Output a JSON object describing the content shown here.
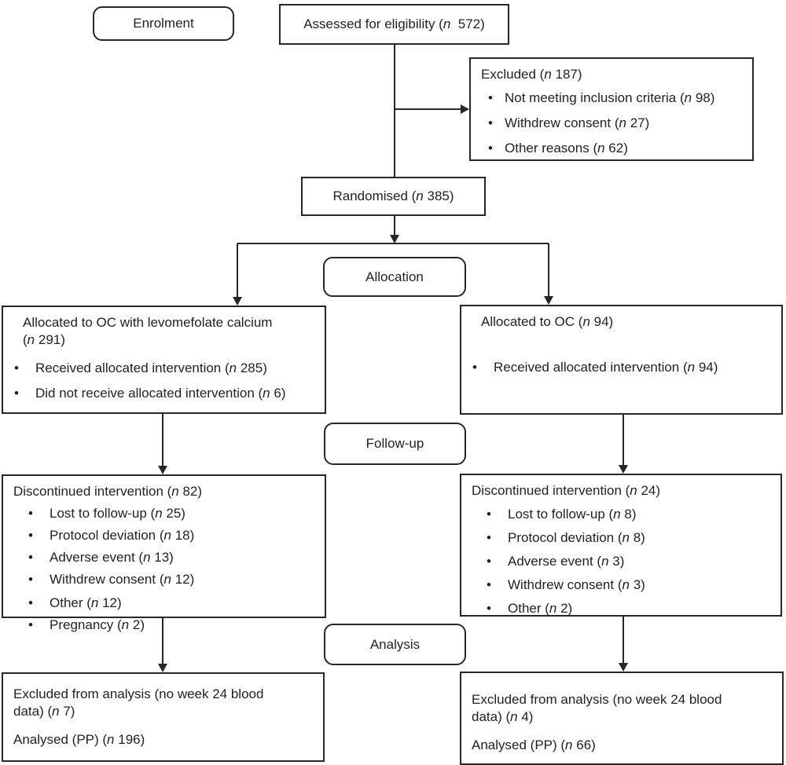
{
  "diagram": {
    "type": "consort-flow",
    "stages": {
      "enrolment": "Enrolment",
      "allocation": "Allocation",
      "followup": "Follow-up",
      "analysis": "Analysis"
    },
    "boxes": {
      "assessed": {
        "text": "Assessed for eligibility (*n*  572)"
      },
      "excluded": {
        "title": "Excluded (*n* 187)",
        "items": [
          "Not meeting inclusion criteria (*n* 98)",
          "Withdrew consent (*n* 27)",
          "Other reasons (*n* 62)"
        ]
      },
      "randomised": {
        "text": "Randomised (*n* 385)"
      },
      "alloc_left": {
        "title": "Allocated to OC with levomefolate calcium\n(*n* 291)",
        "items": [
          "Received allocated intervention (*n* 285)",
          "Did not receive allocated intervention (*n* 6)"
        ]
      },
      "alloc_right": {
        "title": "Allocated to OC (*n* 94)",
        "items": [
          "Received allocated intervention (*n* 94)"
        ]
      },
      "followup_left": {
        "title": "Discontinued intervention (*n* 82)",
        "items": [
          "Lost to follow-up (*n* 25)",
          "Protocol deviation (*n* 18)",
          "Adverse event (*n* 13)",
          "Withdrew consent (*n* 12)",
          "Other (*n* 12)",
          "Pregnancy (*n* 2)"
        ]
      },
      "followup_right": {
        "title": "Discontinued intervention (*n* 24)",
        "items": [
          "Lost to follow-up (*n* 8)",
          "Protocol deviation (*n* 8)",
          "Adverse event (*n* 3)",
          "Withdrew consent (*n* 3)",
          "Other (*n* 2)"
        ]
      },
      "analysis_left": {
        "lines": [
          "Excluded from analysis (no week 24 blood\ndata) (*n* 7)",
          "Analysed (PP) (*n* 196)"
        ]
      },
      "analysis_right": {
        "lines": [
          "Excluded from analysis (no week 24 blood\ndata) (*n* 4)",
          "Analysed (PP) (*n* 66)"
        ]
      }
    },
    "colors": {
      "line": "#262626",
      "text": "#231f20",
      "background": "#ffffff"
    }
  }
}
